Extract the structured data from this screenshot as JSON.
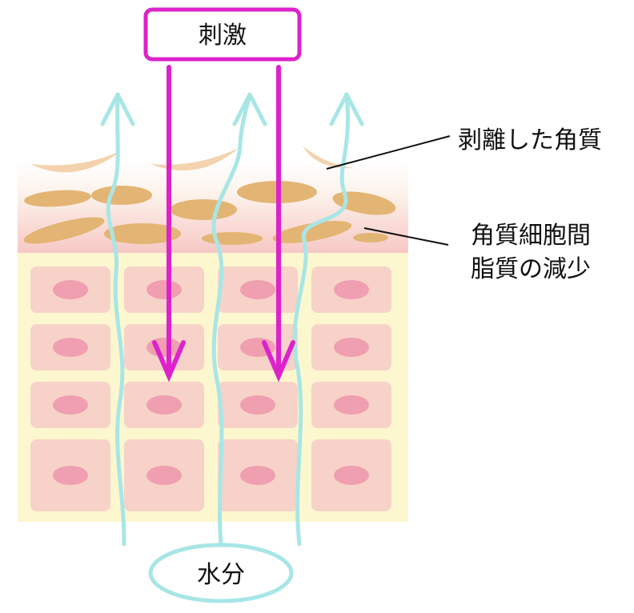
{
  "labels": {
    "stimulus": "刺激",
    "water": "水分",
    "peeled_keratin": "剥離した角質",
    "lipid_line1": "角質細胞間",
    "lipid_line2": "脂質の減少"
  },
  "colors": {
    "magenta": "#dd22cc",
    "water_line": "#a8e6e6",
    "flake": "#e3b574",
    "flake_light": "#f3d2ad",
    "cell": "#f7d2c8",
    "nucleus": "#ef9fb0",
    "background": "#fdf7cf",
    "stratum_top": "#fdf3ec",
    "stratum_bottom": "#f7c8c4"
  }
}
